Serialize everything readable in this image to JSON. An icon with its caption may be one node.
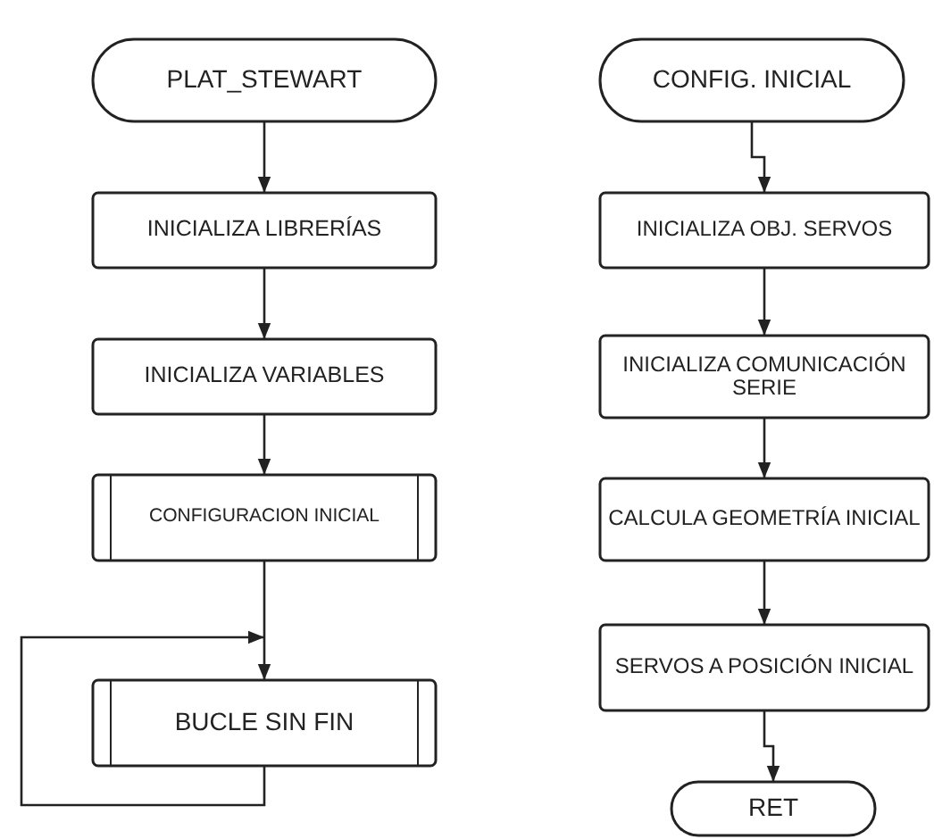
{
  "diagram": {
    "nodes": [
      {
        "text": [
          "PLAT_STEWART"
        ]
      },
      {
        "text": [
          "INICIALIZA LIBRERÍAS"
        ]
      },
      {
        "text": [
          "INICIALIZA VARIABLES"
        ]
      },
      {
        "text": [
          "CONFIGURACION INICIAL"
        ]
      },
      {
        "text": [
          "BUCLE SIN FIN"
        ]
      },
      {
        "text": [
          "CONFIG. INICIAL"
        ]
      },
      {
        "text": [
          "INICIALIZA OBJ. SERVOS"
        ]
      },
      {
        "text": [
          "INICIALIZA COMUNICACIÓN SERIE"
        ]
      },
      {
        "text": [
          "CALCULA GEOMETRÍA INICIAL"
        ]
      },
      {
        "text": [
          "SERVOS A POSICIÓN INICIAL"
        ]
      },
      {
        "text": [
          "RET"
        ]
      }
    ],
    "edges": [
      {
        "from": 0,
        "to": 1,
        "arrow": "to"
      },
      {
        "from": 1,
        "to": 2,
        "arrow": "to"
      },
      {
        "from": 2,
        "to": 3,
        "arrow": "to"
      },
      {
        "from": 3,
        "to": 4,
        "arrow": "to"
      },
      {
        "from": 4,
        "to": 4,
        "arrow": "to"
      },
      {
        "from": 5,
        "to": 6,
        "arrow": "to"
      },
      {
        "from": 6,
        "to": 7,
        "arrow": "to"
      },
      {
        "from": 7,
        "to": 8,
        "arrow": "to"
      },
      {
        "from": 8,
        "to": 9,
        "arrow": "to"
      },
      {
        "from": 9,
        "to": 10,
        "arrow": "to"
      }
    ]
  }
}
